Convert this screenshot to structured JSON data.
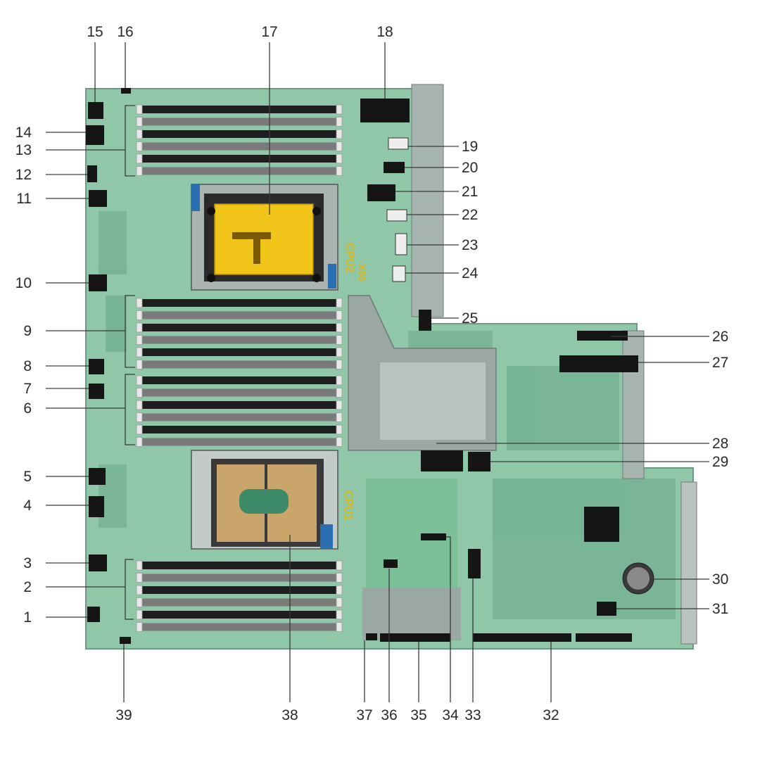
{
  "callouts": [
    {
      "n": "1"
    },
    {
      "n": "2"
    },
    {
      "n": "3"
    },
    {
      "n": "4"
    },
    {
      "n": "5"
    },
    {
      "n": "6"
    },
    {
      "n": "7"
    },
    {
      "n": "8"
    },
    {
      "n": "9"
    },
    {
      "n": "10"
    },
    {
      "n": "11"
    },
    {
      "n": "12"
    },
    {
      "n": "13"
    },
    {
      "n": "14"
    },
    {
      "n": "15"
    },
    {
      "n": "16"
    },
    {
      "n": "17"
    },
    {
      "n": "18"
    },
    {
      "n": "19"
    },
    {
      "n": "20"
    },
    {
      "n": "21"
    },
    {
      "n": "22"
    },
    {
      "n": "23"
    },
    {
      "n": "24"
    },
    {
      "n": "25"
    },
    {
      "n": "26"
    },
    {
      "n": "27"
    },
    {
      "n": "28"
    },
    {
      "n": "29"
    },
    {
      "n": "30"
    },
    {
      "n": "31"
    },
    {
      "n": "32"
    },
    {
      "n": "33"
    },
    {
      "n": "34"
    },
    {
      "n": "35"
    },
    {
      "n": "36"
    },
    {
      "n": "37"
    },
    {
      "n": "38"
    },
    {
      "n": "39"
    }
  ],
  "silkscreen": {
    "cpu2": "CPU2",
    "cpu1": "CPU1",
    "x06": "X06"
  },
  "colors": {
    "pcb": "#8fc7a8",
    "pcb_dark": "#6fae8e",
    "cpu_cover": "#f0c419",
    "cpu_die": "#c9a46b",
    "retention": "#2a2a2a",
    "silk": "#d9b820"
  }
}
